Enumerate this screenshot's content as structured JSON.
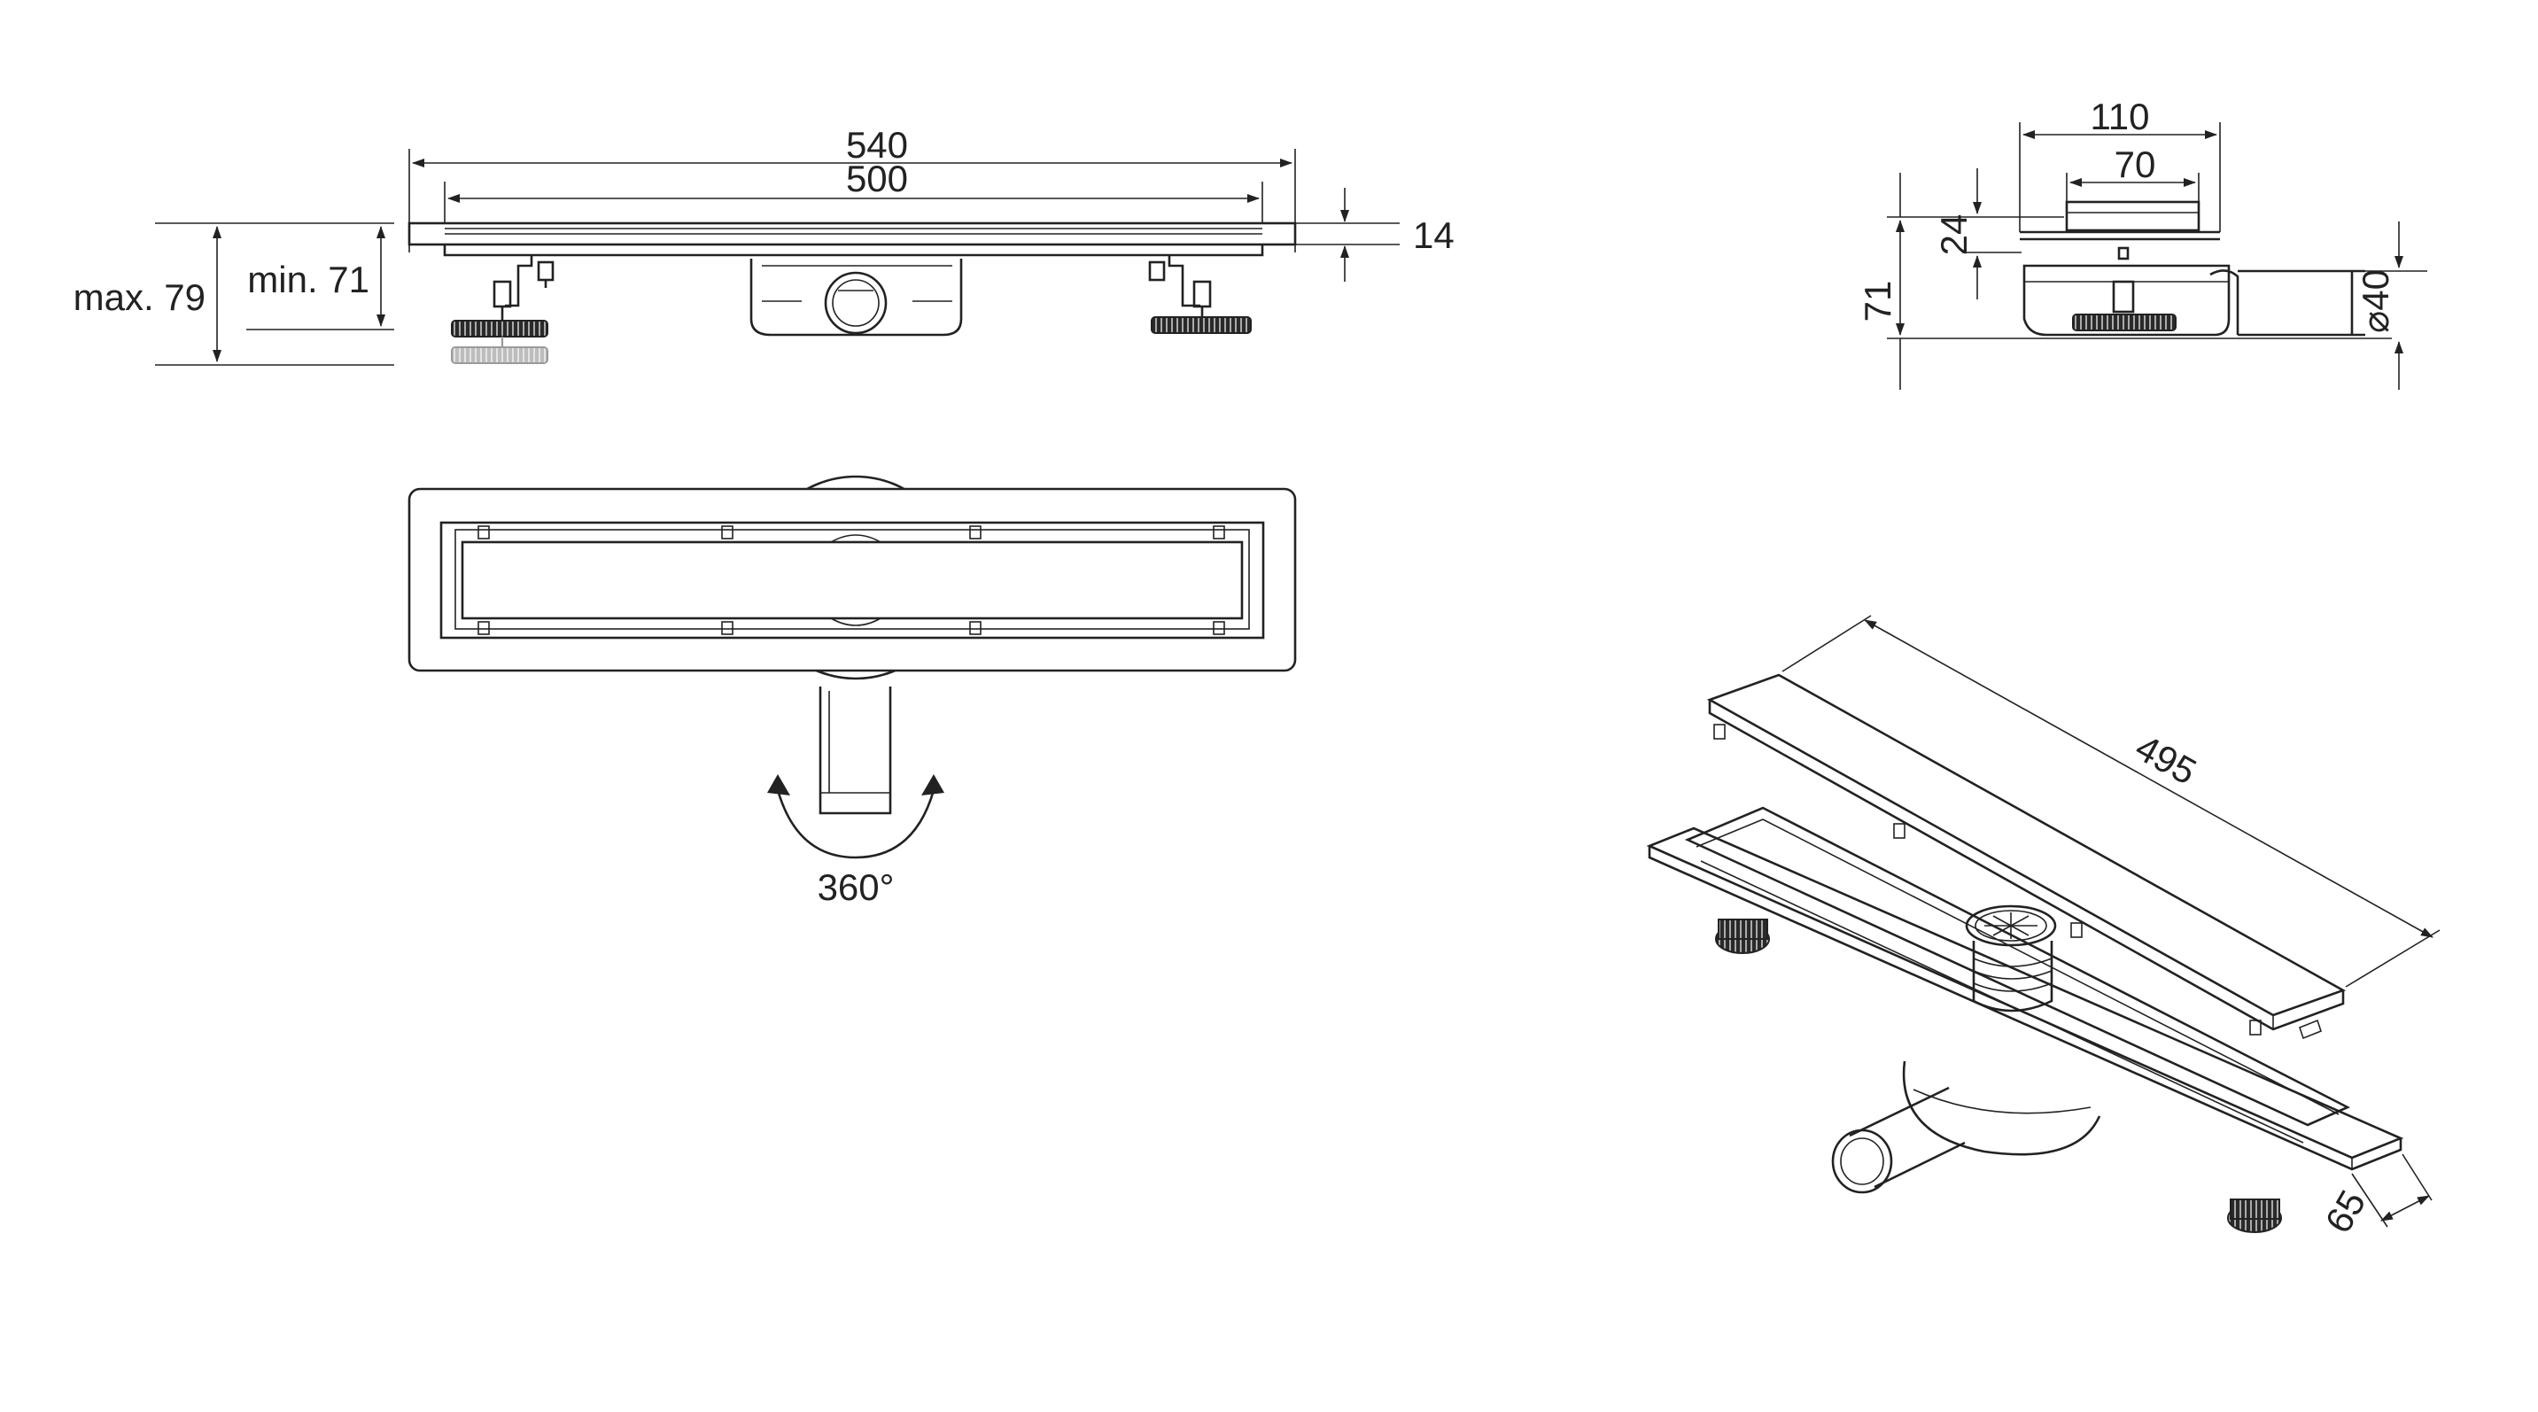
{
  "side_view": {
    "overall_length": "540",
    "channel_length": "500",
    "frame_height": "14",
    "max_height": "max. 79",
    "min_height": "min. 71"
  },
  "end_view": {
    "overall_width": "110",
    "channel_width": "70",
    "frame_depth": "24",
    "total_height": "71",
    "outlet_diameter": "⌀40"
  },
  "top_view": {
    "rotation": "360°"
  },
  "iso_view": {
    "grate_length": "495",
    "grate_width": "65"
  }
}
